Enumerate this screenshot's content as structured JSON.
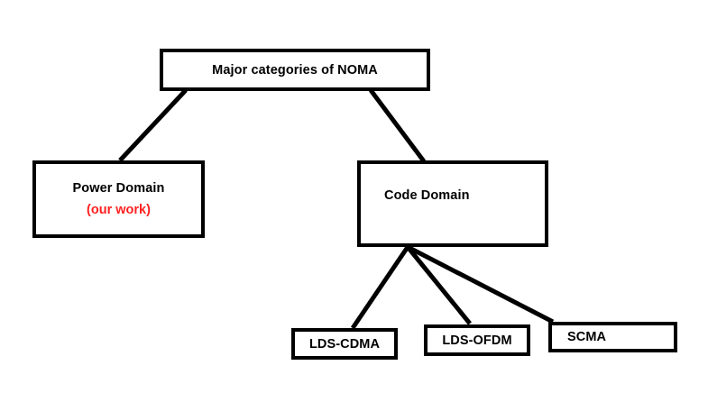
{
  "diagram": {
    "type": "tree-hierarchy",
    "background_color": "#ffffff",
    "line_color": "#000000",
    "box_border_color": "#000000",
    "box_fill_color": "#ffffff",
    "nodes": {
      "root": {
        "label": "Major categories of NOMA",
        "text_color": "#000000"
      },
      "power_domain": {
        "label": "Power Domain",
        "sub_label": "(our work)",
        "text_color": "#000000",
        "sub_text_color": "#FF2020"
      },
      "code_domain": {
        "label": "Code Domain",
        "text_color": "#000000"
      },
      "lds_cdma": {
        "label": "LDS-CDMA",
        "text_color": "#000000"
      },
      "lds_ofdm": {
        "label": "LDS-OFDM",
        "text_color": "#000000"
      },
      "scma": {
        "label": "SCMA",
        "text_color": "#000000"
      }
    }
  }
}
